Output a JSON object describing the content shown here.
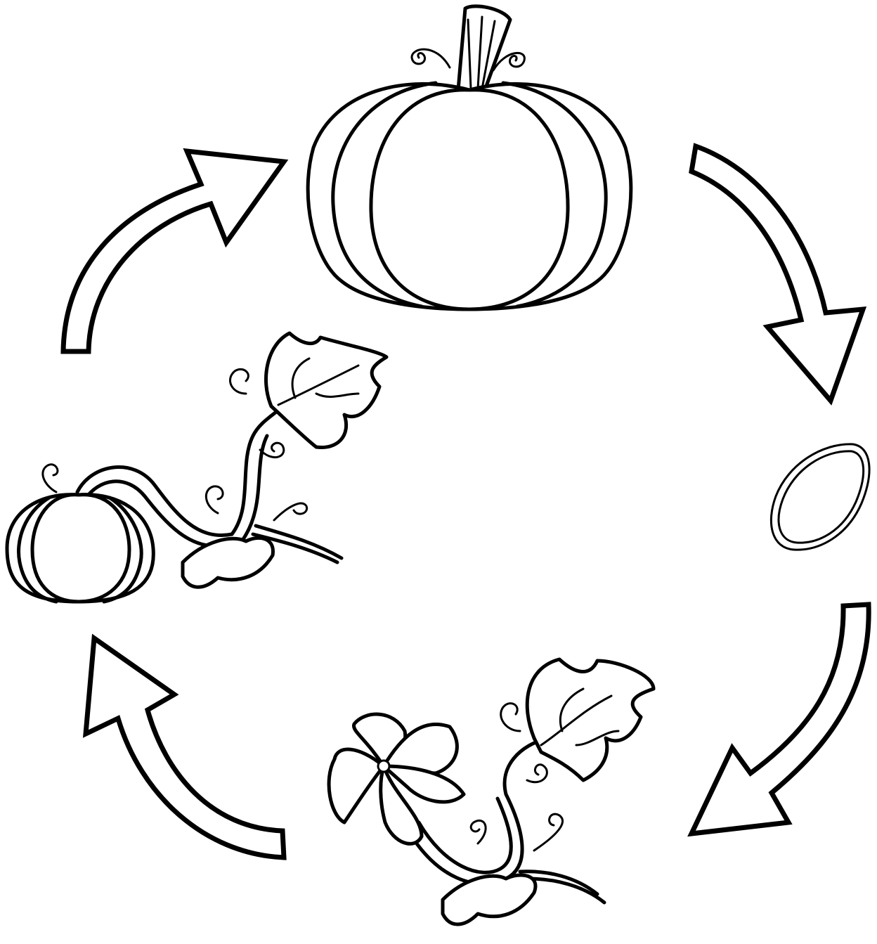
{
  "diagram": {
    "stages": [
      {
        "id": "pumpkin",
        "icon": "large-pumpkin-icon"
      },
      {
        "id": "seed",
        "icon": "pumpkin-seed-icon"
      },
      {
        "id": "flowering-vine",
        "icon": "flowering-vine-icon"
      },
      {
        "id": "vine-with-small-pumpkin",
        "icon": "vine-small-pumpkin-icon"
      }
    ],
    "arrows": [
      {
        "from": "pumpkin",
        "to": "seed",
        "direction": "clockwise"
      },
      {
        "from": "seed",
        "to": "flowering-vine",
        "direction": "clockwise"
      },
      {
        "from": "flowering-vine",
        "to": "vine-with-small-pumpkin",
        "direction": "clockwise"
      },
      {
        "from": "vine-with-small-pumpkin",
        "to": "pumpkin",
        "direction": "clockwise"
      }
    ],
    "colors": {
      "line": "#000000",
      "background": "#ffffff"
    }
  }
}
